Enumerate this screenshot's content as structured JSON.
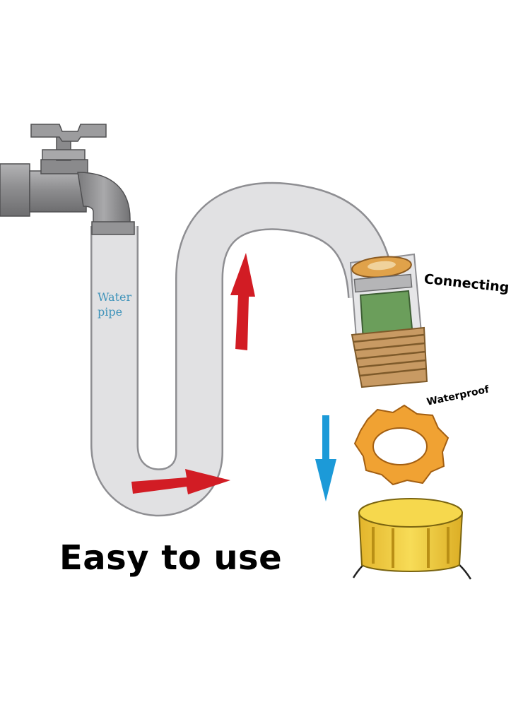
{
  "labels": {
    "pipe": "Water pipe",
    "connecting": "Connecting",
    "waterproof": "Waterproof",
    "headline": "Easy to use"
  },
  "colors": {
    "faucet": "#8a8a8c",
    "pipe_fill": "#e1e1e3",
    "flow_arrow": "#d21c24",
    "direction_arrow": "#1c9ad8",
    "connector_body": "#6b9e5b",
    "brass_thread": "#c89a63",
    "washer": "#f0a233",
    "cap": "#f2d246"
  },
  "icons": [
    "faucet-icon",
    "flow-arrow-icon",
    "direction-arrow-icon",
    "quick-connector-icon",
    "washer-icon",
    "hose-cap-icon"
  ]
}
